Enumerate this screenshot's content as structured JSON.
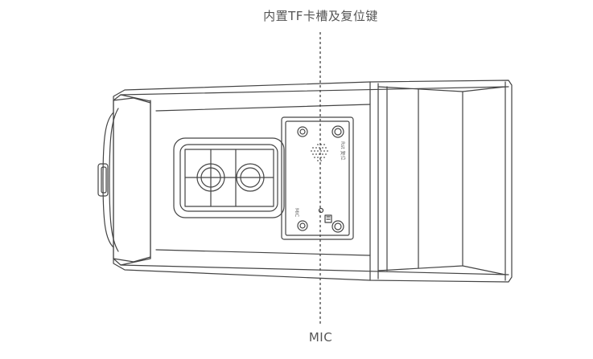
{
  "callouts": {
    "top": "内置TF卡槽及复位键",
    "bottom": "MIC"
  },
  "panel_labels": {
    "reset": "Rst 复位",
    "mic": "MIC"
  },
  "colors": {
    "stroke": "#444444",
    "text": "#555555",
    "background": "#ffffff"
  }
}
